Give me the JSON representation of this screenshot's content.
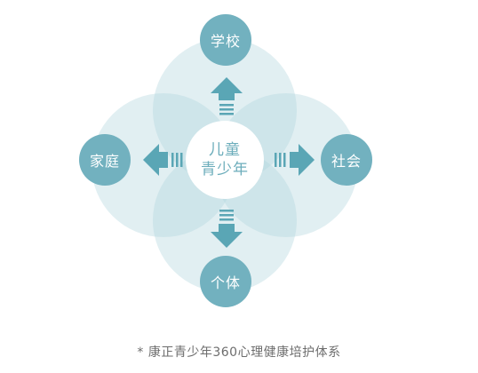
{
  "diagram": {
    "center": {
      "line1": "儿童",
      "line2": "青少年"
    },
    "nodes": {
      "top": "学校",
      "left": "家庭",
      "right": "社会",
      "bottom": "个体"
    }
  },
  "caption": "* 康正青少年360心理健康培护体系",
  "colors": {
    "node": "#72b1bf",
    "petal": "#b1d5dc",
    "center_text": "#6cadbb",
    "arrow": "#5aa6b5"
  }
}
